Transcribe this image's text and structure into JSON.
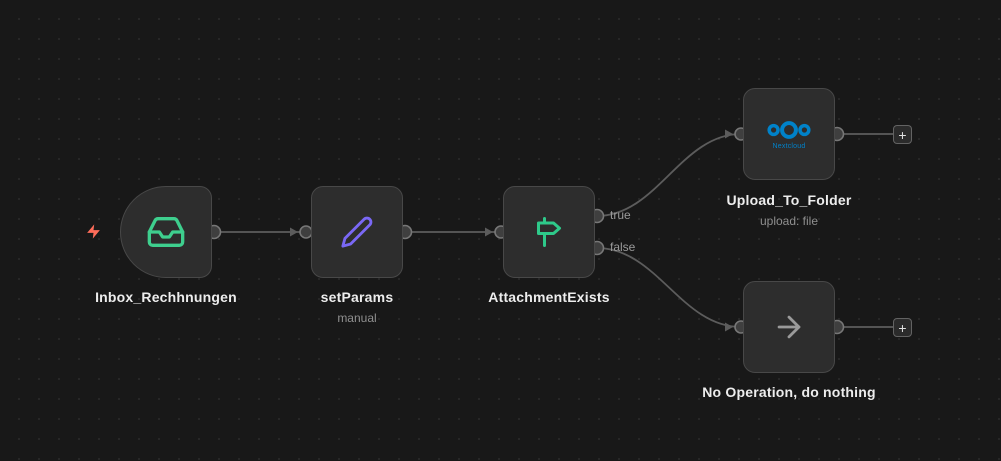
{
  "nodes": {
    "trigger": {
      "label": "Inbox_Rechhnungen"
    },
    "setparams": {
      "label": "setParams",
      "sublabel": "manual"
    },
    "attachment": {
      "label": "AttachmentExists",
      "output_true": "true",
      "output_false": "false"
    },
    "upload": {
      "label": "Upload_To_Folder",
      "sublabel": "upload: file",
      "brand": "Nextcloud"
    },
    "noop": {
      "label": "No Operation, do nothing"
    }
  },
  "controls": {
    "add_node": "+"
  },
  "colors": {
    "trigger_icon": "#3ecf8e",
    "setparams_icon": "#7a68f5",
    "attachment_icon": "#2ec98a",
    "nextcloud_blue": "#0082c9",
    "noop_icon": "#9a9a9a",
    "bolt_orange": "#ff6d5a",
    "wire_gray": "#5c5c5c",
    "node_bg": "#2d2d2d",
    "canvas_bg": "#181818"
  }
}
